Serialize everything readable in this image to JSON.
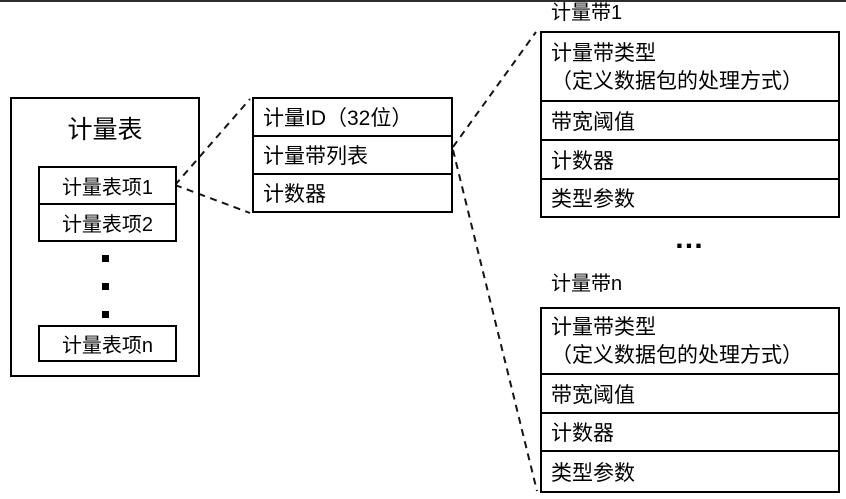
{
  "meter_table": {
    "title": "计量表",
    "entry1": "计量表项1",
    "entry2": "计量表项2",
    "entry_n": "计量表项n"
  },
  "meter_entry_detail": {
    "meter_id": "计量ID（32位）",
    "band_list": "计量带列表",
    "counters": "计数器"
  },
  "bands": [
    {
      "title": "计量带1",
      "band_type_line1": "计量带类型",
      "band_type_line2": "（定义数据包的处理方式）",
      "rate_threshold": "带宽阈值",
      "counters": "计数器",
      "type_args": "类型参数"
    },
    {
      "title": "计量带n",
      "band_type_line1": "计量带类型",
      "band_type_line2": "（定义数据包的处理方式）",
      "rate_threshold": "带宽阈值",
      "counters": "计数器",
      "type_args": "类型参数"
    }
  ],
  "ellipsis_horizontal": "…",
  "colors": {
    "line": "#000000",
    "background": "#ffffff"
  }
}
